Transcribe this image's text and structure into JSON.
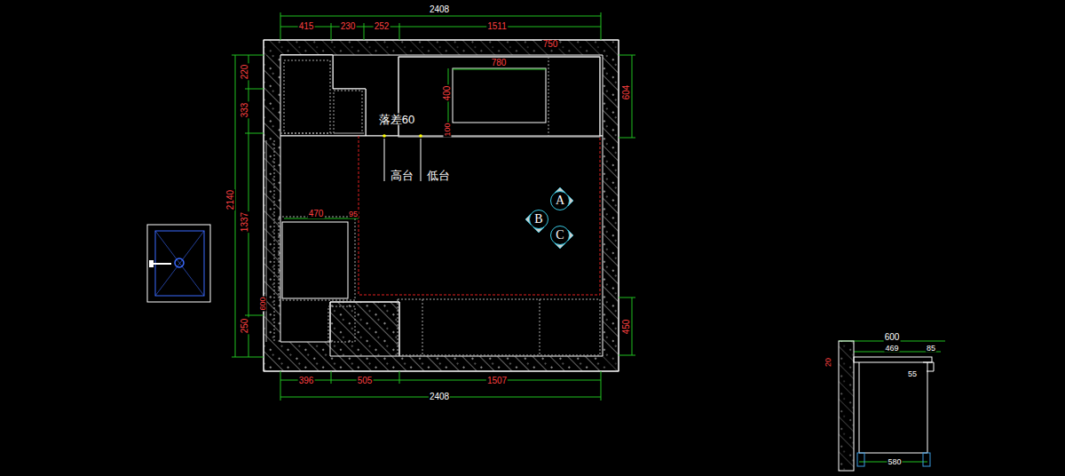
{
  "diagram": {
    "nodes": [
      {
        "text": [
          "A"
        ]
      },
      {
        "text": [
          "B"
        ]
      },
      {
        "text": [
          "C"
        ]
      }
    ],
    "labels": [
      "2408",
      "415",
      "230",
      "252",
      "1511",
      "750",
      "780",
      "400",
      "100",
      "落差60",
      "高台",
      "低台",
      "2140",
      "220",
      "333",
      "1337",
      "250",
      "470",
      "95",
      "600",
      "604",
      "450",
      "396",
      "505",
      "1507",
      "2408",
      "600",
      "469",
      "85",
      "20",
      "55",
      "580"
    ]
  }
}
